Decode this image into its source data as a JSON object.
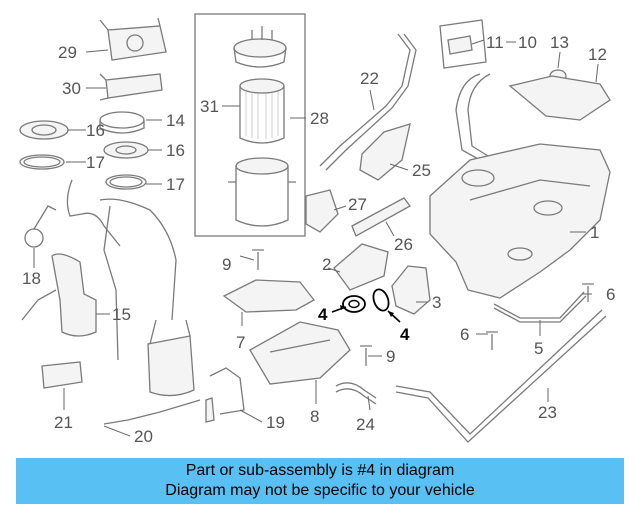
{
  "callouts": {
    "c1": "1",
    "c2": "2",
    "c3": "3",
    "c4a": "4",
    "c4b": "4",
    "c5": "5",
    "c6a": "6",
    "c6b": "6",
    "c7": "7",
    "c8": "8",
    "c9a": "9",
    "c9b": "9",
    "c10": "10",
    "c11": "11",
    "c12": "12",
    "c13": "13",
    "c14": "14",
    "c15": "15",
    "c16a": "16",
    "c16b": "16",
    "c17a": "17",
    "c17b": "17",
    "c18": "18",
    "c19": "19",
    "c20": "20",
    "c21": "21",
    "c22": "22",
    "c23": "23",
    "c24": "24",
    "c25": "25",
    "c26": "26",
    "c27": "27",
    "c28": "28",
    "c29": "29",
    "c30": "30",
    "c31": "31"
  },
  "banner": {
    "line1": "Part or sub-assembly is #4 in diagram",
    "line2": "Diagram may not be specific to your vehicle"
  },
  "colors": {
    "banner": "#58c0f3",
    "highlight": "#000000",
    "line_art": "#7a7a7a"
  }
}
